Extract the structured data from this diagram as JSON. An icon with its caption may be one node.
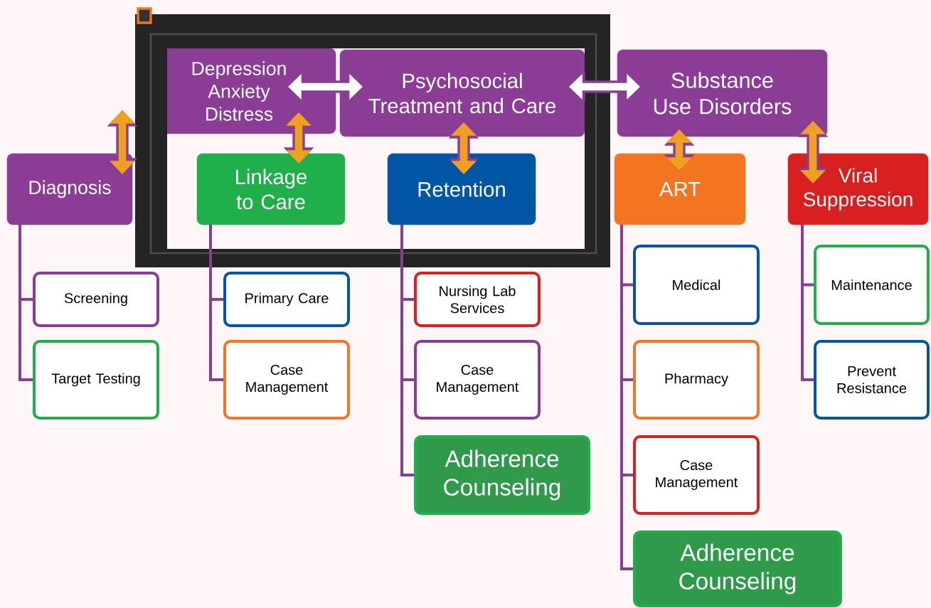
{
  "diagram": {
    "nodes": [
      {
        "text": [
          "Depression Anxiety Distress"
        ]
      },
      {
        "text": [
          "Psychosocial Treatment and Care"
        ]
      },
      {
        "text": [
          "Substance Use Disorders"
        ]
      },
      {
        "text": [
          "Diagnosis"
        ]
      },
      {
        "text": [
          "Linkage to Care"
        ]
      },
      {
        "text": [
          "Retention"
        ]
      },
      {
        "text": [
          "ART"
        ]
      },
      {
        "text": [
          "Viral Suppression"
        ]
      },
      {
        "text": [
          "Screening"
        ]
      },
      {
        "text": [
          "Target Testing"
        ]
      },
      {
        "text": [
          "Primary Care"
        ]
      },
      {
        "text": [
          "Case Management"
        ]
      },
      {
        "text": [
          "Nursing Lab Services"
        ]
      },
      {
        "text": [
          "Case Management"
        ]
      },
      {
        "text": [
          "Adherence Counseling"
        ]
      },
      {
        "text": [
          "Medical"
        ]
      },
      {
        "text": [
          "Pharmacy"
        ]
      },
      {
        "text": [
          "Case Management"
        ]
      },
      {
        "text": [
          "Adherence Counseling"
        ]
      },
      {
        "text": [
          "Maintenance"
        ]
      },
      {
        "text": [
          "Prevent Resistance"
        ]
      }
    ],
    "edges": [
      {
        "from": 0,
        "to": 1,
        "arrow": "both",
        "style": "thick",
        "color": "#ffffff"
      },
      {
        "from": 1,
        "to": 2,
        "arrow": "both",
        "style": "thick",
        "color": "#ffffff"
      },
      {
        "from": 0,
        "to": 3,
        "arrow": "both",
        "style": "thick",
        "color": "#f0a020"
      },
      {
        "from": 0,
        "to": 4,
        "arrow": "both",
        "style": "thick",
        "color": "#f0a020"
      },
      {
        "from": 1,
        "to": 5,
        "arrow": "both",
        "style": "thick",
        "color": "#f0a020"
      },
      {
        "from": 2,
        "to": 6,
        "arrow": "both",
        "style": "thick",
        "color": "#f0a020"
      },
      {
        "from": 2,
        "to": 7,
        "arrow": "both",
        "style": "thick",
        "color": "#f0a020"
      },
      {
        "from": 3,
        "to": 8,
        "arrow": "none"
      },
      {
        "from": 3,
        "to": 9,
        "arrow": "none"
      },
      {
        "from": 4,
        "to": 10,
        "arrow": "none"
      },
      {
        "from": 4,
        "to": 11,
        "arrow": "none"
      },
      {
        "from": 5,
        "to": 12,
        "arrow": "none"
      },
      {
        "from": 5,
        "to": 13,
        "arrow": "none"
      },
      {
        "from": 5,
        "to": 14,
        "arrow": "none"
      },
      {
        "from": 6,
        "to": 15,
        "arrow": "none"
      },
      {
        "from": 6,
        "to": 16,
        "arrow": "none"
      },
      {
        "from": 6,
        "to": 17,
        "arrow": "none"
      },
      {
        "from": 6,
        "to": 18,
        "arrow": "none"
      },
      {
        "from": 7,
        "to": 19,
        "arrow": "none"
      },
      {
        "from": 7,
        "to": 20,
        "arrow": "none"
      }
    ]
  }
}
